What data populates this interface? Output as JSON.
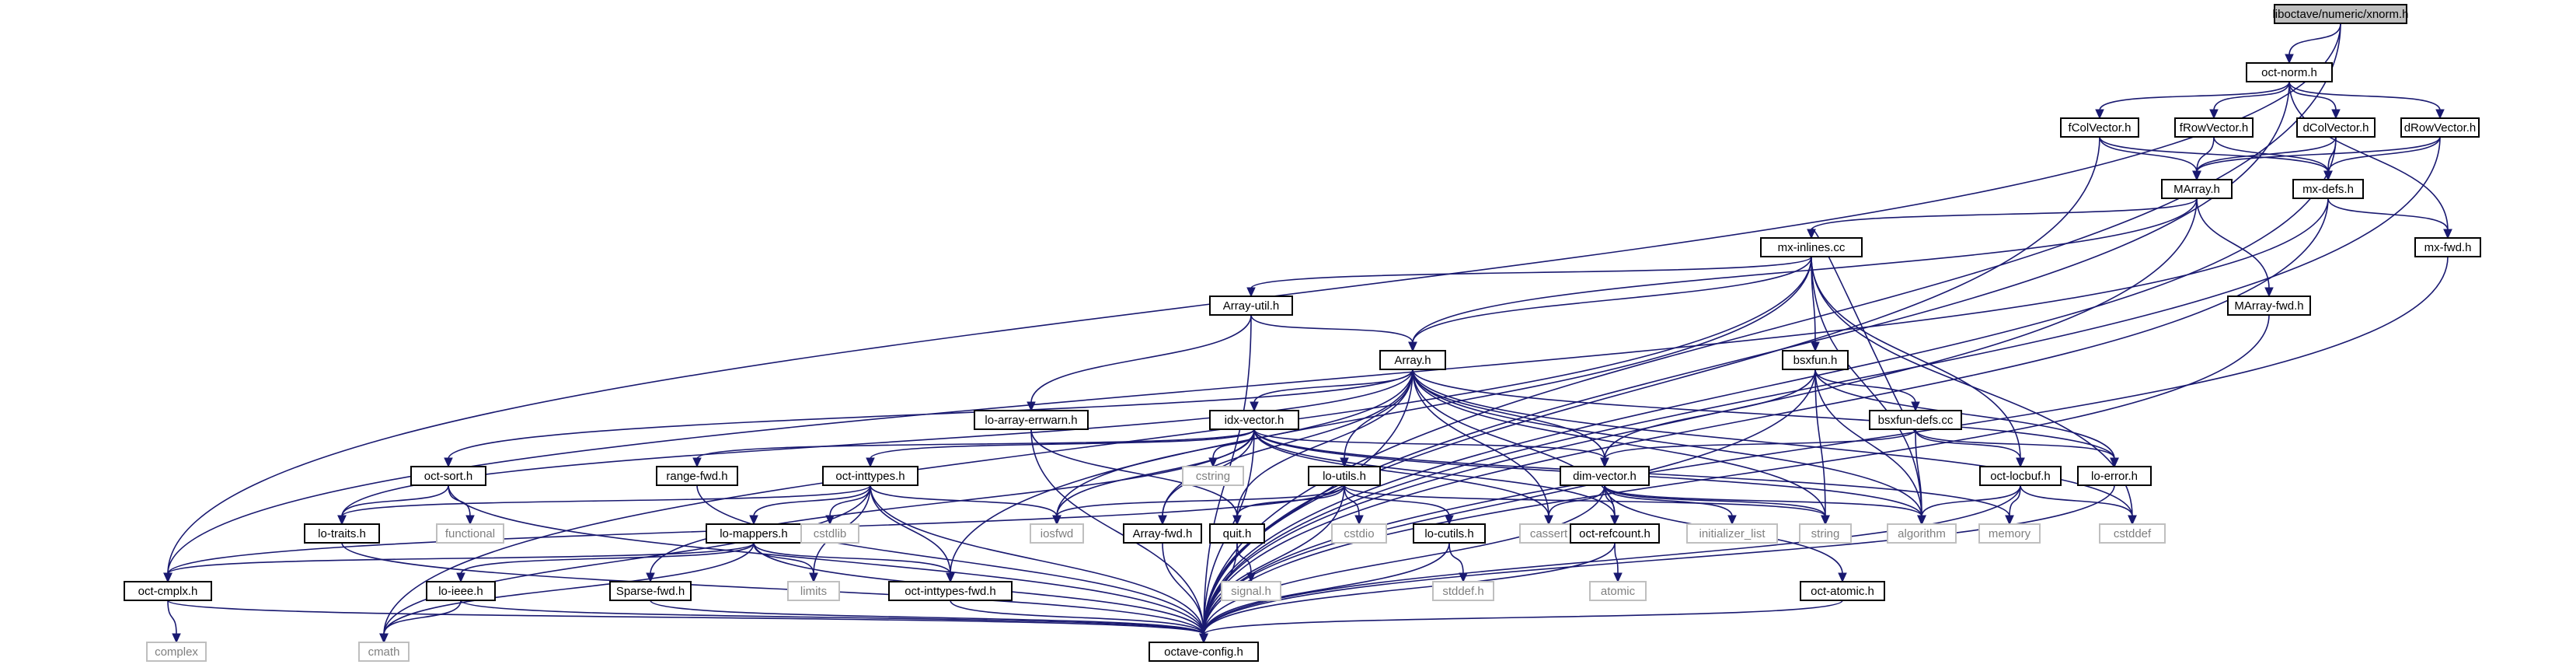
{
  "diagram": {
    "nodes": [
      {
        "id": "root",
        "label": "liboctave/numeric/xnorm.h",
        "kind": "root"
      },
      {
        "id": "octnorm",
        "label": "oct-norm.h",
        "kind": "file"
      },
      {
        "id": "fcolvec",
        "label": "fColVector.h",
        "kind": "file"
      },
      {
        "id": "frowvec",
        "label": "fRowVector.h",
        "kind": "file"
      },
      {
        "id": "dcolvec",
        "label": "dColVector.h",
        "kind": "file"
      },
      {
        "id": "drowvec",
        "label": "dRowVector.h",
        "kind": "file"
      },
      {
        "id": "marray",
        "label": "MArray.h",
        "kind": "file"
      },
      {
        "id": "mxdefs",
        "label": "mx-defs.h",
        "kind": "file"
      },
      {
        "id": "mxinlines",
        "label": "mx-inlines.cc",
        "kind": "file"
      },
      {
        "id": "mxfwd",
        "label": "mx-fwd.h",
        "kind": "file"
      },
      {
        "id": "marrayfwd",
        "label": "MArray-fwd.h",
        "kind": "file"
      },
      {
        "id": "arrayutil",
        "label": "Array-util.h",
        "kind": "file"
      },
      {
        "id": "array",
        "label": "Array.h",
        "kind": "file"
      },
      {
        "id": "bsxfun",
        "label": "bsxfun.h",
        "kind": "file"
      },
      {
        "id": "loarrayerr",
        "label": "lo-array-errwarn.h",
        "kind": "file"
      },
      {
        "id": "idxvector",
        "label": "idx-vector.h",
        "kind": "file"
      },
      {
        "id": "bsxfundefs",
        "label": "bsxfun-defs.cc",
        "kind": "file"
      },
      {
        "id": "octsort",
        "label": "oct-sort.h",
        "kind": "file"
      },
      {
        "id": "rangefwd",
        "label": "range-fwd.h",
        "kind": "file"
      },
      {
        "id": "octinttypes",
        "label": "oct-inttypes.h",
        "kind": "file"
      },
      {
        "id": "loutils",
        "label": "lo-utils.h",
        "kind": "file"
      },
      {
        "id": "dimvector",
        "label": "dim-vector.h",
        "kind": "file"
      },
      {
        "id": "octlocbuf",
        "label": "oct-locbuf.h",
        "kind": "file"
      },
      {
        "id": "loerror",
        "label": "lo-error.h",
        "kind": "file"
      },
      {
        "id": "cstring",
        "label": "cstring",
        "kind": "sys"
      },
      {
        "id": "lotraits",
        "label": "lo-traits.h",
        "kind": "file"
      },
      {
        "id": "functional",
        "label": "functional",
        "kind": "sys"
      },
      {
        "id": "lomappers",
        "label": "lo-mappers.h",
        "kind": "file"
      },
      {
        "id": "cstdlib",
        "label": "cstdlib",
        "kind": "sys"
      },
      {
        "id": "iosfwd",
        "label": "iosfwd",
        "kind": "sys"
      },
      {
        "id": "arrayfwd",
        "label": "Array-fwd.h",
        "kind": "file"
      },
      {
        "id": "quith",
        "label": "quit.h",
        "kind": "file"
      },
      {
        "id": "cstdio",
        "label": "cstdio",
        "kind": "sys"
      },
      {
        "id": "locutils",
        "label": "lo-cutils.h",
        "kind": "file"
      },
      {
        "id": "cassert",
        "label": "cassert",
        "kind": "sys"
      },
      {
        "id": "octrefcount",
        "label": "oct-refcount.h",
        "kind": "file"
      },
      {
        "id": "initlist",
        "label": "initializer_list",
        "kind": "sys"
      },
      {
        "id": "string",
        "label": "string",
        "kind": "sys"
      },
      {
        "id": "algorithm",
        "label": "algorithm",
        "kind": "sys"
      },
      {
        "id": "memory",
        "label": "memory",
        "kind": "sys"
      },
      {
        "id": "cstddef",
        "label": "cstddef",
        "kind": "sys"
      },
      {
        "id": "octcmplx",
        "label": "oct-cmplx.h",
        "kind": "file"
      },
      {
        "id": "loieee",
        "label": "lo-ieee.h",
        "kind": "file"
      },
      {
        "id": "sparsefwd",
        "label": "Sparse-fwd.h",
        "kind": "file"
      },
      {
        "id": "limits",
        "label": "limits",
        "kind": "sys"
      },
      {
        "id": "octinttypesfwd",
        "label": "oct-inttypes-fwd.h",
        "kind": "file"
      },
      {
        "id": "signalh",
        "label": "signal.h",
        "kind": "sys"
      },
      {
        "id": "stddefh",
        "label": "stddef.h",
        "kind": "sys"
      },
      {
        "id": "atomic",
        "label": "atomic",
        "kind": "sys"
      },
      {
        "id": "octatomic",
        "label": "oct-atomic.h",
        "kind": "file"
      },
      {
        "id": "complex",
        "label": "complex",
        "kind": "sys"
      },
      {
        "id": "cmath",
        "label": "cmath",
        "kind": "sys"
      },
      {
        "id": "octaveconfig",
        "label": "octave-config.h",
        "kind": "file"
      }
    ],
    "edges": [
      [
        "root",
        "octnorm"
      ],
      [
        "root",
        "octcmplx"
      ],
      [
        "root",
        "octaveconfig"
      ],
      [
        "octnorm",
        "fcolvec"
      ],
      [
        "octnorm",
        "frowvec"
      ],
      [
        "octnorm",
        "dcolvec"
      ],
      [
        "octnorm",
        "drowvec"
      ],
      [
        "octnorm",
        "mxfwd"
      ],
      [
        "octnorm",
        "octaveconfig"
      ],
      [
        "fcolvec",
        "marray"
      ],
      [
        "fcolvec",
        "mxdefs"
      ],
      [
        "fcolvec",
        "octaveconfig"
      ],
      [
        "frowvec",
        "marray"
      ],
      [
        "frowvec",
        "mxdefs"
      ],
      [
        "dcolvec",
        "marray"
      ],
      [
        "dcolvec",
        "mxdefs"
      ],
      [
        "dcolvec",
        "octaveconfig"
      ],
      [
        "drowvec",
        "marray"
      ],
      [
        "drowvec",
        "mxdefs"
      ],
      [
        "drowvec",
        "octaveconfig"
      ],
      [
        "marray",
        "array"
      ],
      [
        "marray",
        "marrayfwd"
      ],
      [
        "marray",
        "mxinlines"
      ],
      [
        "marray",
        "octaveconfig"
      ],
      [
        "mxdefs",
        "mxfwd"
      ],
      [
        "mxdefs",
        "octcmplx"
      ],
      [
        "mxdefs",
        "octaveconfig"
      ],
      [
        "mxfwd",
        "octaveconfig"
      ],
      [
        "marrayfwd",
        "octaveconfig"
      ],
      [
        "mxinlines",
        "arrayutil"
      ],
      [
        "mxinlines",
        "array"
      ],
      [
        "mxinlines",
        "bsxfun"
      ],
      [
        "mxinlines",
        "octlocbuf"
      ],
      [
        "mxinlines",
        "octinttypesfwd"
      ],
      [
        "mxinlines",
        "algorithm"
      ],
      [
        "mxinlines",
        "cstddef"
      ],
      [
        "mxinlines",
        "cmath"
      ],
      [
        "arrayutil",
        "array"
      ],
      [
        "arrayutil",
        "loarrayerr"
      ],
      [
        "arrayutil",
        "octaveconfig"
      ],
      [
        "array",
        "idxvector"
      ],
      [
        "array",
        "octsort"
      ],
      [
        "array",
        "lotraits"
      ],
      [
        "array",
        "loutils"
      ],
      [
        "array",
        "dimvector"
      ],
      [
        "array",
        "octrefcount"
      ],
      [
        "array",
        "arrayfwd"
      ],
      [
        "array",
        "quith"
      ],
      [
        "array",
        "cassert"
      ],
      [
        "array",
        "iosfwd"
      ],
      [
        "array",
        "string"
      ],
      [
        "array",
        "algorithm"
      ],
      [
        "array",
        "cstddef"
      ],
      [
        "array",
        "loerror"
      ],
      [
        "array",
        "octaveconfig"
      ],
      [
        "bsxfun",
        "bsxfundefs"
      ],
      [
        "bsxfun",
        "dimvector"
      ],
      [
        "bsxfun",
        "loerror"
      ],
      [
        "bsxfun",
        "string"
      ],
      [
        "bsxfun",
        "algorithm"
      ],
      [
        "bsxfun",
        "octaveconfig"
      ],
      [
        "bsxfundefs",
        "mxinlines"
      ],
      [
        "bsxfundefs",
        "dimvector"
      ],
      [
        "bsxfundefs",
        "octlocbuf"
      ],
      [
        "bsxfundefs",
        "loerror"
      ],
      [
        "bsxfundefs",
        "algorithm"
      ],
      [
        "loarrayerr",
        "quith"
      ],
      [
        "loarrayerr",
        "octaveconfig"
      ],
      [
        "idxvector",
        "dimvector"
      ],
      [
        "idxvector",
        "octinttypes"
      ],
      [
        "idxvector",
        "rangefwd"
      ],
      [
        "idxvector",
        "sparsefwd"
      ],
      [
        "idxvector",
        "iosfwd"
      ],
      [
        "idxvector",
        "cstring"
      ],
      [
        "idxvector",
        "arrayfwd"
      ],
      [
        "idxvector",
        "octrefcount"
      ],
      [
        "idxvector",
        "memory"
      ],
      [
        "idxvector",
        "algorithm"
      ],
      [
        "idxvector",
        "cassert"
      ],
      [
        "idxvector",
        "octaveconfig"
      ],
      [
        "octsort",
        "lotraits"
      ],
      [
        "octsort",
        "functional"
      ],
      [
        "octsort",
        "octaveconfig"
      ],
      [
        "rangefwd",
        "octaveconfig"
      ],
      [
        "octinttypes",
        "lomappers"
      ],
      [
        "octinttypes",
        "octinttypesfwd"
      ],
      [
        "octinttypes",
        "cstdlib"
      ],
      [
        "octinttypes",
        "limits"
      ],
      [
        "octinttypes",
        "iosfwd"
      ],
      [
        "octinttypes",
        "cmath"
      ],
      [
        "octinttypes",
        "lotraits"
      ],
      [
        "octinttypes",
        "octaveconfig"
      ],
      [
        "loutils",
        "quith"
      ],
      [
        "loutils",
        "locutils"
      ],
      [
        "loutils",
        "octcmplx"
      ],
      [
        "loutils",
        "cstdio"
      ],
      [
        "loutils",
        "iosfwd"
      ],
      [
        "loutils",
        "string"
      ],
      [
        "loutils",
        "octaveconfig"
      ],
      [
        "dimvector",
        "octrefcount"
      ],
      [
        "dimvector",
        "cassert"
      ],
      [
        "dimvector",
        "initlist"
      ],
      [
        "dimvector",
        "string"
      ],
      [
        "dimvector",
        "algorithm"
      ],
      [
        "dimvector",
        "octatomic"
      ],
      [
        "dimvector",
        "octaveconfig"
      ],
      [
        "octlocbuf",
        "memory"
      ],
      [
        "octlocbuf",
        "cstddef"
      ],
      [
        "octlocbuf",
        "algorithm"
      ],
      [
        "octlocbuf",
        "octaveconfig"
      ],
      [
        "loerror",
        "octaveconfig"
      ],
      [
        "lotraits",
        "octaveconfig"
      ],
      [
        "lomappers",
        "loieee"
      ],
      [
        "lomappers",
        "octcmplx"
      ],
      [
        "lomappers",
        "octinttypesfwd"
      ],
      [
        "lomappers",
        "limits"
      ],
      [
        "lomappers",
        "cmath"
      ],
      [
        "lomappers",
        "octaveconfig"
      ],
      [
        "arrayfwd",
        "octaveconfig"
      ],
      [
        "quith",
        "signalh"
      ],
      [
        "quith",
        "octaveconfig"
      ],
      [
        "locutils",
        "stddefh"
      ],
      [
        "locutils",
        "octaveconfig"
      ],
      [
        "octrefcount",
        "atomic"
      ],
      [
        "octrefcount",
        "octaveconfig"
      ],
      [
        "octatomic",
        "octaveconfig"
      ],
      [
        "octcmplx",
        "complex"
      ],
      [
        "octcmplx",
        "octaveconfig"
      ],
      [
        "loieee",
        "cmath"
      ],
      [
        "loieee",
        "octaveconfig"
      ],
      [
        "sparsefwd",
        "octaveconfig"
      ],
      [
        "octinttypesfwd",
        "octaveconfig"
      ]
    ]
  }
}
